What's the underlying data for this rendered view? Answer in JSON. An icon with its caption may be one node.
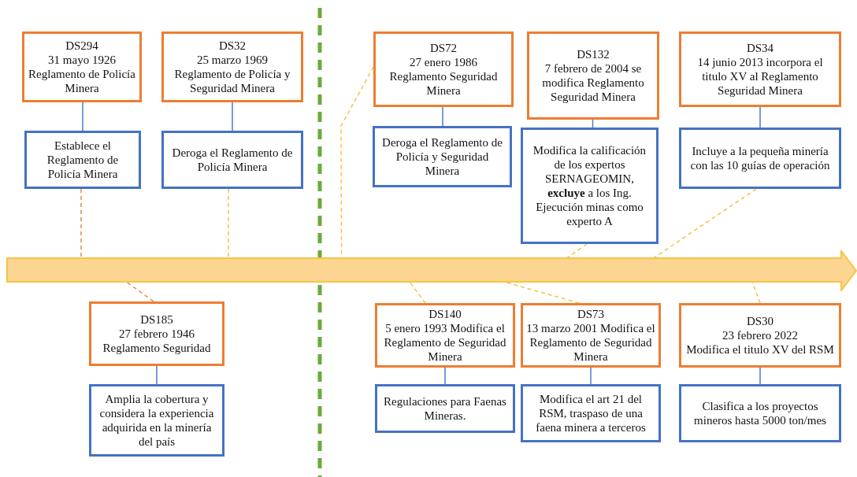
{
  "diagram": {
    "nodes": [
      {
        "text": [
          "DS294",
          "31 mayo 1926",
          "Reglamento de Policía Minera"
        ]
      },
      {
        "text": [
          "Establece el Reglamento de Policía Minera"
        ]
      },
      {
        "text": [
          "DS32",
          "25 marzo 1969",
          "Reglamento de Policía y Seguridad Minera"
        ]
      },
      {
        "text": [
          "Deroga el Reglamento de Policía Minera"
        ]
      },
      {
        "text": [
          "DS72",
          "27 enero 1986",
          "Reglamento Seguridad Minera"
        ]
      },
      {
        "text": [
          "Deroga el Reglamento de Policía y Seguridad Minera"
        ]
      },
      {
        "text": [
          "DS132",
          "7 febrero de 2004 se modifica Reglamento Seguridad Minera"
        ]
      },
      {
        "text": [
          "Modifica la calificación de los expertos SERNAGEOMIN, **excluye** a los Ing. Ejecución minas como experto A"
        ]
      },
      {
        "text": [
          "DS34",
          "14 junio 2013 incorpora el titulo XV al Reglamento Seguridad Minera"
        ]
      },
      {
        "text": [
          "Incluye a la pequeña minería con las 10 guías de operación"
        ]
      },
      {
        "text": [],
        "shape": "bar"
      },
      {
        "text": [
          "DS185",
          "27 febrero 1946",
          "Reglamento Seguridad"
        ]
      },
      {
        "text": [
          "Amplia la cobertura y considera la experiencia adquirida en la minería del país"
        ]
      },
      {
        "text": [
          "DS140",
          "5 enero 1993 Modifica el Reglamento de Seguridad Minera"
        ]
      },
      {
        "text": [
          "Regulaciones para Faenas Mineras."
        ]
      },
      {
        "text": [
          "DS73",
          "13 marzo 2001 Modifica el Reglamento de Seguridad Minera"
        ]
      },
      {
        "text": [
          "Modifica el art 21 del RSM, traspaso de una faena minera a terceros"
        ]
      },
      {
        "text": [
          "DS30",
          "23 febrero 2022",
          "Modifica el titulo XV del RSM"
        ]
      },
      {
        "text": [
          "Clasifica a los proyectos mineros hasta 5000 ton/mes"
        ]
      }
    ],
    "edges": [
      {
        "from": 0,
        "to": 1,
        "arrow": "none"
      },
      {
        "from": 2,
        "to": 3,
        "arrow": "none"
      },
      {
        "from": 4,
        "to": 5,
        "arrow": "none"
      },
      {
        "from": 6,
        "to": 7,
        "arrow": "none"
      },
      {
        "from": 8,
        "to": 9,
        "arrow": "none"
      },
      {
        "from": 11,
        "to": 12,
        "arrow": "none"
      },
      {
        "from": 13,
        "to": 14,
        "arrow": "none"
      },
      {
        "from": 15,
        "to": 16,
        "arrow": "none"
      },
      {
        "from": 17,
        "to": 18,
        "arrow": "none"
      },
      {
        "from": 1,
        "to": 10,
        "arrow": "none",
        "style": "dashed",
        "color": "#e8894a"
      },
      {
        "from": 3,
        "to": 10,
        "arrow": "none",
        "style": "dashed",
        "color": "#f5c342"
      },
      {
        "from": 4,
        "to": 10,
        "arrow": "none",
        "style": "dashed",
        "color": "#f5c342"
      },
      {
        "from": 7,
        "to": 10,
        "arrow": "none",
        "style": "dashed",
        "color": "#f5c342"
      },
      {
        "from": 9,
        "to": 10,
        "arrow": "none",
        "style": "dashed",
        "color": "#f5c342"
      },
      {
        "from": 11,
        "to": 10,
        "arrow": "none",
        "style": "dashed",
        "color": "#e8894a"
      },
      {
        "from": 13,
        "to": 10,
        "arrow": "none",
        "style": "dashed",
        "color": "#f5c342"
      },
      {
        "from": 15,
        "to": 10,
        "arrow": "none",
        "style": "dashed",
        "color": "#f5c342"
      },
      {
        "from": 17,
        "to": 10,
        "arrow": "none",
        "style": "dashed",
        "color": "#f5c342"
      }
    ]
  }
}
